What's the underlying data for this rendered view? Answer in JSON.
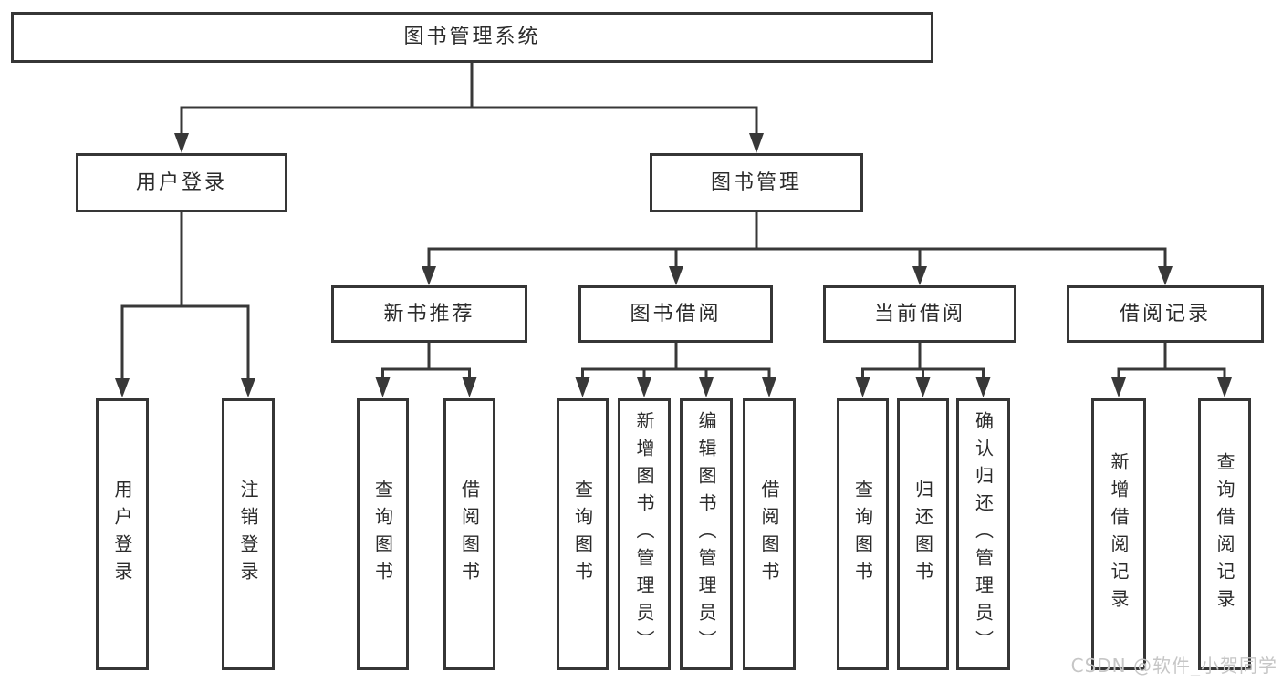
{
  "diagram": {
    "tree": {
      "label": "图书管理系统",
      "children": [
        {
          "label": "用户登录",
          "children": [
            {
              "label": "用户登录"
            },
            {
              "label": "注销登录"
            }
          ]
        },
        {
          "label": "图书管理",
          "children": [
            {
              "label": "新书推荐",
              "children": [
                {
                  "label": "查询图书"
                },
                {
                  "label": "借阅图书"
                }
              ]
            },
            {
              "label": "图书借阅",
              "children": [
                {
                  "label": "查询图书"
                },
                {
                  "label": "新增图书（管理员）"
                },
                {
                  "label": "编辑图书（管理员）"
                },
                {
                  "label": "借阅图书"
                }
              ]
            },
            {
              "label": "当前借阅",
              "children": [
                {
                  "label": "查询图书"
                },
                {
                  "label": "归还图书"
                },
                {
                  "label": "确认归还（管理员）"
                }
              ]
            },
            {
              "label": "借阅记录",
              "children": [
                {
                  "label": "新增借阅记录"
                },
                {
                  "label": "查询借阅记录"
                }
              ]
            }
          ]
        }
      ]
    },
    "watermark": "CSDN @软件_小贺同学",
    "colors": {
      "line": "#383838",
      "box_border": "#363636",
      "text": "#2b2b2b",
      "watermark": "#c6c6c6",
      "background": "#ffffff"
    }
  }
}
